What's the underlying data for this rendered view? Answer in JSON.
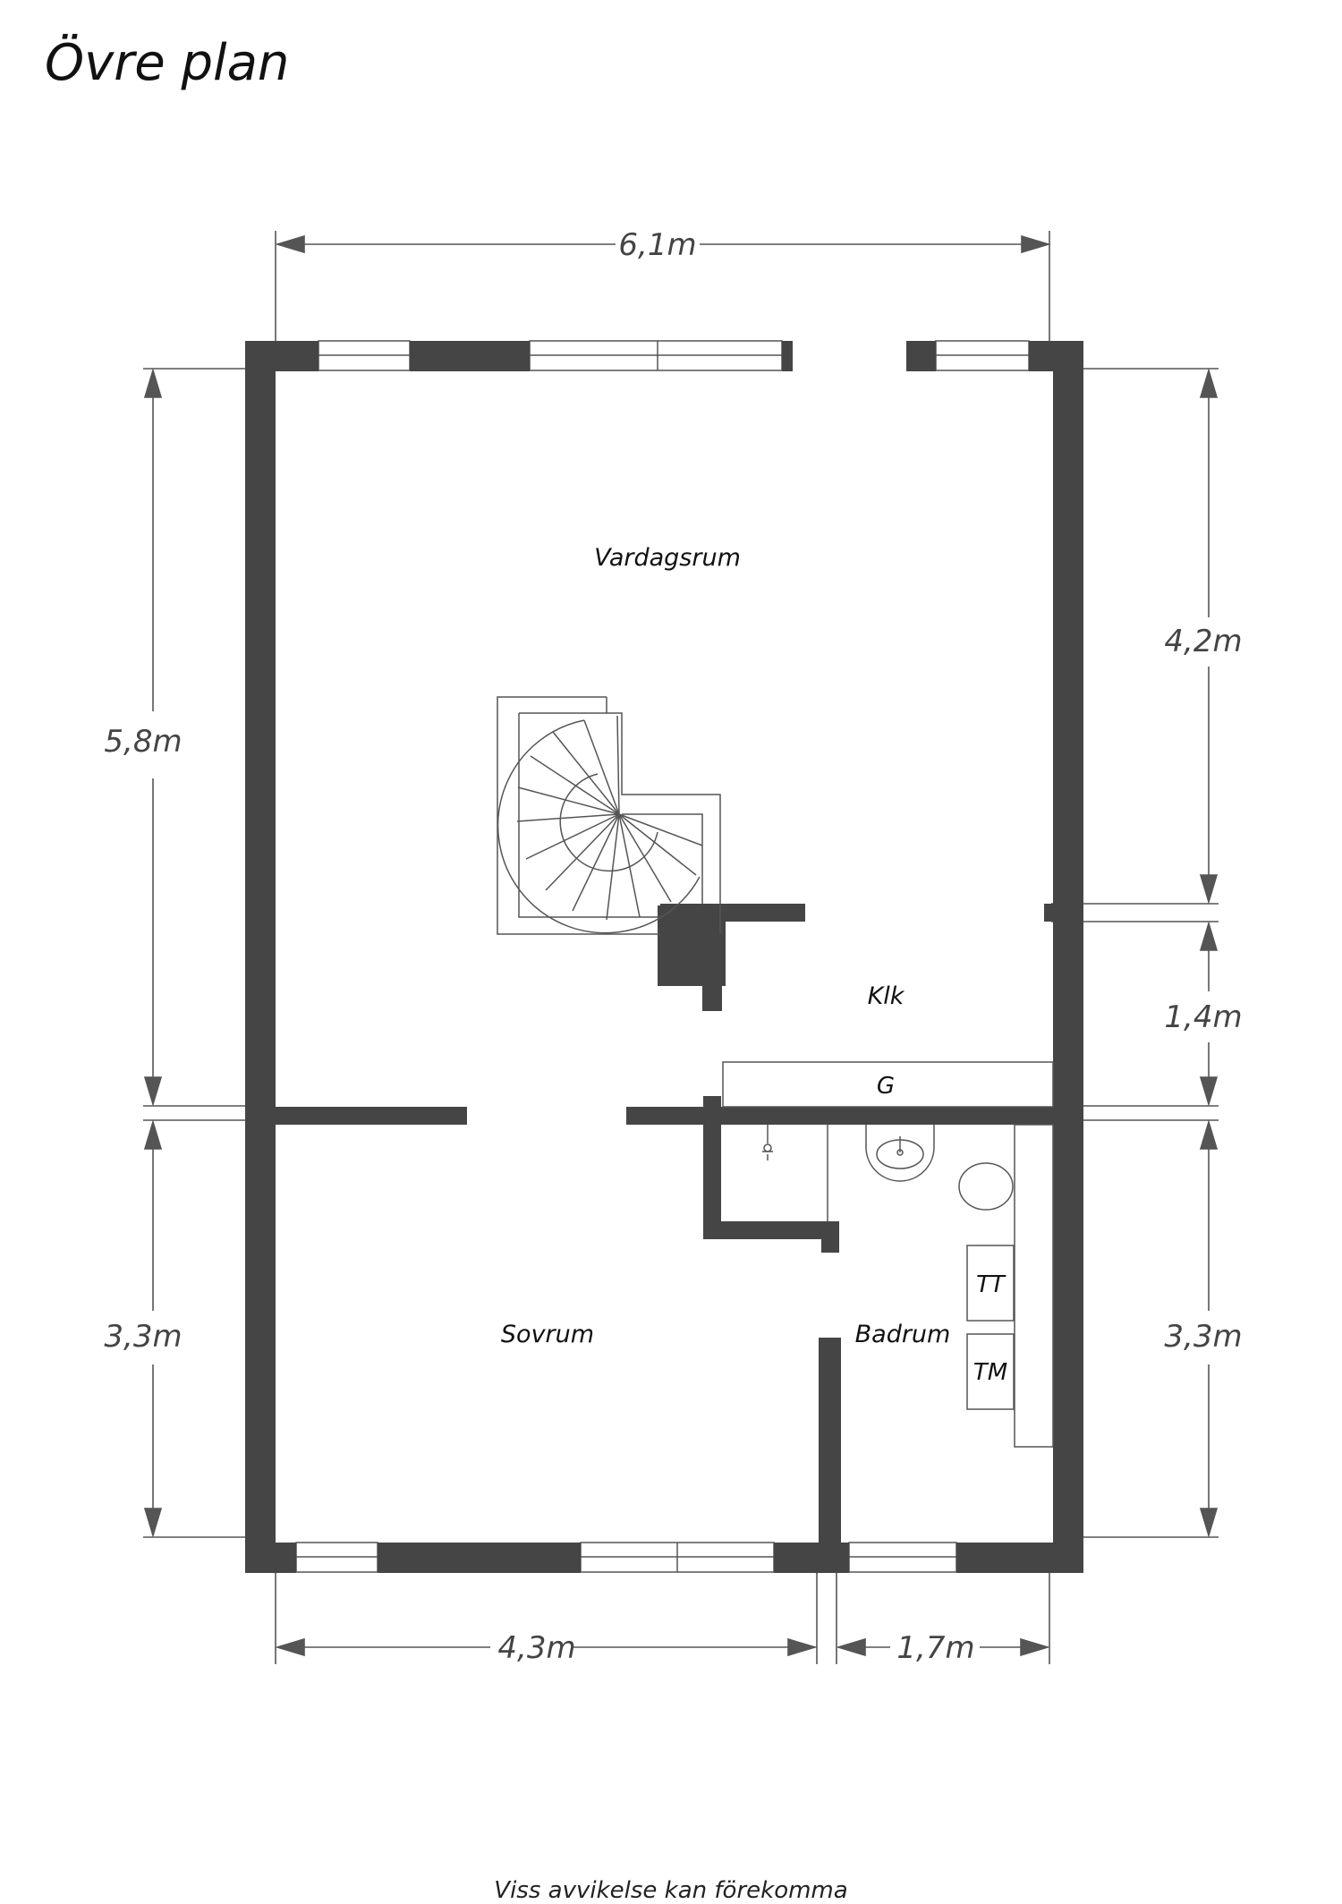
{
  "title": "Övre plan",
  "footer": "Viss avvikelse kan förekomma",
  "rooms": {
    "vardagsrum": "Vardagsrum",
    "klk": "Klk",
    "sovrum": "Sovrum",
    "badrum": "Badrum"
  },
  "fixtures": {
    "g": "G",
    "tt": "TT",
    "tm": "TM"
  },
  "dimensions": {
    "top_width": "6,1m",
    "left_upper": "5,8m",
    "left_lower": "3,3m",
    "right_upper": "4,2m",
    "right_middle": "1,4m",
    "right_lower": "3,3m",
    "bottom_left": "4,3m",
    "bottom_right": "1,7m"
  },
  "colors": {
    "wall": "#454545",
    "line": "#555555"
  }
}
